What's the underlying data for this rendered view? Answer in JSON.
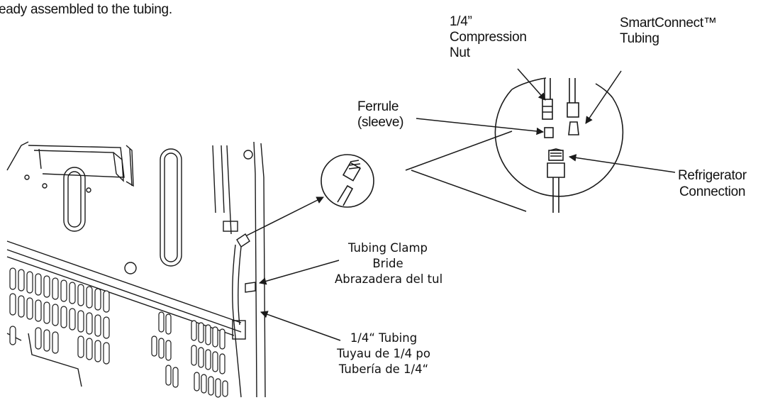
{
  "header_text": "eady assembled to the tubing.",
  "labels": {
    "compression_nut": [
      "1/4”",
      "Compression",
      "Nut"
    ],
    "smartconnect_tubing": [
      "SmartConnect™",
      "Tubing"
    ],
    "ferrule": [
      "Ferrule",
      "(sleeve)"
    ],
    "refrigerator_connection": [
      "Refrigerator",
      "Connection"
    ],
    "tubing_clamp": [
      "Tubing Clamp",
      "Bride",
      "Abrazadera del tul"
    ],
    "tubing": [
      "1/4“  Tubing",
      "Tuyau de 1/4 po",
      "Tubería de 1/4“"
    ]
  },
  "colors": {
    "line": "#1a1a1a",
    "background": "#ffffff"
  }
}
